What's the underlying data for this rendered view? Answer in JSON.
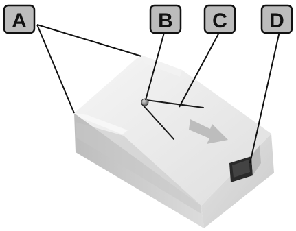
{
  "callouts": [
    {
      "letter": "A",
      "meaning": "lid-edges"
    },
    {
      "letter": "B",
      "meaning": "pivot-pin"
    },
    {
      "letter": "C",
      "meaning": "top-panel"
    },
    {
      "letter": "D",
      "meaning": "connector"
    }
  ],
  "colors": {
    "background": "#ffffff",
    "box_top": "#eeeeee",
    "box_front": "#cfcfcf",
    "box_side": "#d8d8d8",
    "lid_edge": "#f5f5f5",
    "arrow": "#bdbdbd",
    "label_fill": "#bcbcbc",
    "outline": "#111111",
    "connector": "#2a2a2a"
  }
}
